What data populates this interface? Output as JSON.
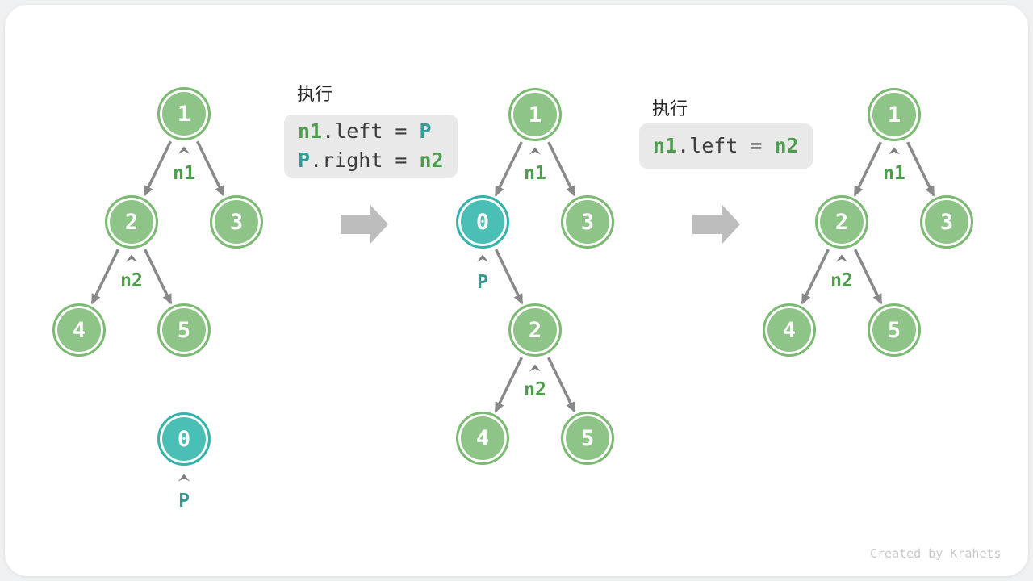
{
  "watermark": "Created by Krahets",
  "colors": {
    "node_green_fill": "#8ec487",
    "node_green_border": "#7cb973",
    "node_teal_fill": "#49bfb6",
    "node_teal_border": "#35b3ab",
    "pointer_label_green": "#4e9c4e",
    "pointer_label_teal": "#3a9a93",
    "code_text_dark": "#3b3b3b",
    "code_box_bg": "#e9e9e9",
    "edge_gray": "#87898b",
    "block_arrow_gray": "#bdbdbd",
    "watermark_gray": "#c9c9c9"
  },
  "code_blocks": [
    {
      "title": "执行",
      "line1": {
        "a": "n1",
        "b": ".left = ",
        "c": "P"
      },
      "line2": {
        "a": "P",
        "b": ".right = ",
        "c": "n2"
      }
    },
    {
      "title": "执行",
      "line1": {
        "a": "n1",
        "b": ".left = ",
        "c": "n2"
      }
    }
  ],
  "trees": [
    {
      "name": "initial-tree",
      "nodes": [
        {
          "value": "1"
        },
        {
          "value": "2"
        },
        {
          "value": "3"
        },
        {
          "value": "4"
        },
        {
          "value": "5"
        },
        {
          "value": "0"
        }
      ],
      "pointers": [
        {
          "label": "n1"
        },
        {
          "label": "n2"
        },
        {
          "label": "P"
        }
      ]
    },
    {
      "name": "linked-tree",
      "nodes": [
        {
          "value": "1"
        },
        {
          "value": "0"
        },
        {
          "value": "3"
        },
        {
          "value": "2"
        },
        {
          "value": "4"
        },
        {
          "value": "5"
        }
      ],
      "pointers": [
        {
          "label": "n1"
        },
        {
          "label": "P"
        },
        {
          "label": "n2"
        }
      ]
    },
    {
      "name": "final-tree",
      "nodes": [
        {
          "value": "1"
        },
        {
          "value": "2"
        },
        {
          "value": "3"
        },
        {
          "value": "4"
        },
        {
          "value": "5"
        }
      ],
      "pointers": [
        {
          "label": "n1"
        },
        {
          "label": "n2"
        }
      ]
    }
  ]
}
